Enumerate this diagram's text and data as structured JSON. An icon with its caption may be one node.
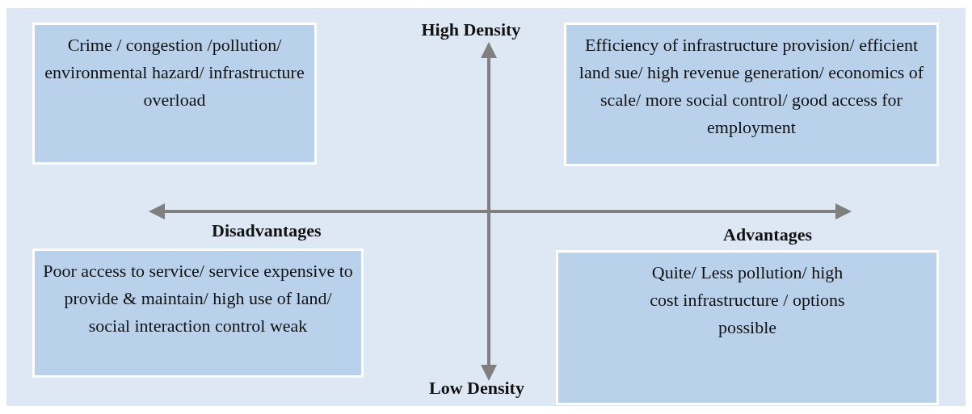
{
  "diagram": {
    "nodes": [
      {
        "text": [
          "Crime / congestion /pollution/ environmental hazard/ infrastructure overload"
        ]
      },
      {
        "text": [
          "Efficiency of infrastructure provision/ efficient land sue/ high revenue generation/ economics of scale/ more social control/ good access for employment"
        ]
      },
      {
        "text": [
          "Poor access to service/ service expensive to provide & maintain/ high use of land/ social interaction control weak"
        ]
      },
      {
        "text": [
          "Quite/ Less pollution/ high cost infrastructure / options possible"
        ]
      }
    ],
    "edges": [],
    "labels": [
      "High Density",
      "Disadvantages",
      "Advantages",
      "Low Density"
    ]
  }
}
